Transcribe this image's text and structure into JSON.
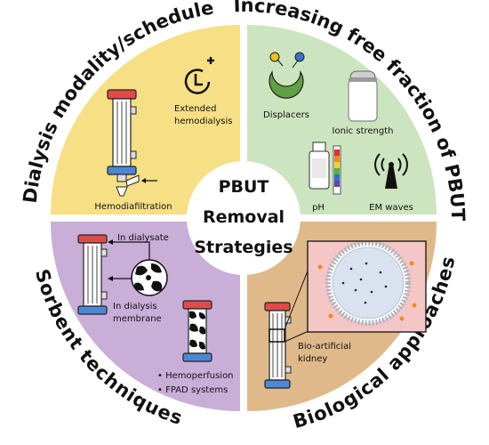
{
  "center": {
    "line1": "PBUT",
    "line2": "Removal",
    "line3": "Strategies"
  },
  "quadrants": {
    "top_left": {
      "title": "Dialysis modality/schedule",
      "extended_line1": "Extended",
      "extended_line2": "hemodialysis",
      "hdf_label": "Hemodiafiltration",
      "color": "#f6df85"
    },
    "top_right": {
      "title": "Increasing free fraction of PBUTs",
      "displacers_label": "Displacers",
      "ionic_label": "Ionic strength",
      "ph_label": "pH",
      "em_label": "EM waves",
      "color": "#cce4bf"
    },
    "bottom_left": {
      "title": "Sorbent techniques",
      "in_dialysate": "In dialysate",
      "in_membrane_line1": "In dialysis",
      "in_membrane_line2": "membrane",
      "bullet1": "Hemoperfusion",
      "bullet2": "FPAD systems",
      "color": "#c9aed8"
    },
    "bottom_right": {
      "title": "Biological approaches",
      "bak_line1": "Bio-artificial",
      "bak_line2": "kidney",
      "color": "#e0b98a"
    }
  },
  "icons": [
    "clock-plus-icon",
    "dialyzer-icon",
    "displacer-icon",
    "salt-shaker-icon",
    "ph-bottle-icon",
    "antenna-icon",
    "sorbent-bead-icon",
    "hemoperfusion-column-icon",
    "hollow-fiber-icon"
  ]
}
